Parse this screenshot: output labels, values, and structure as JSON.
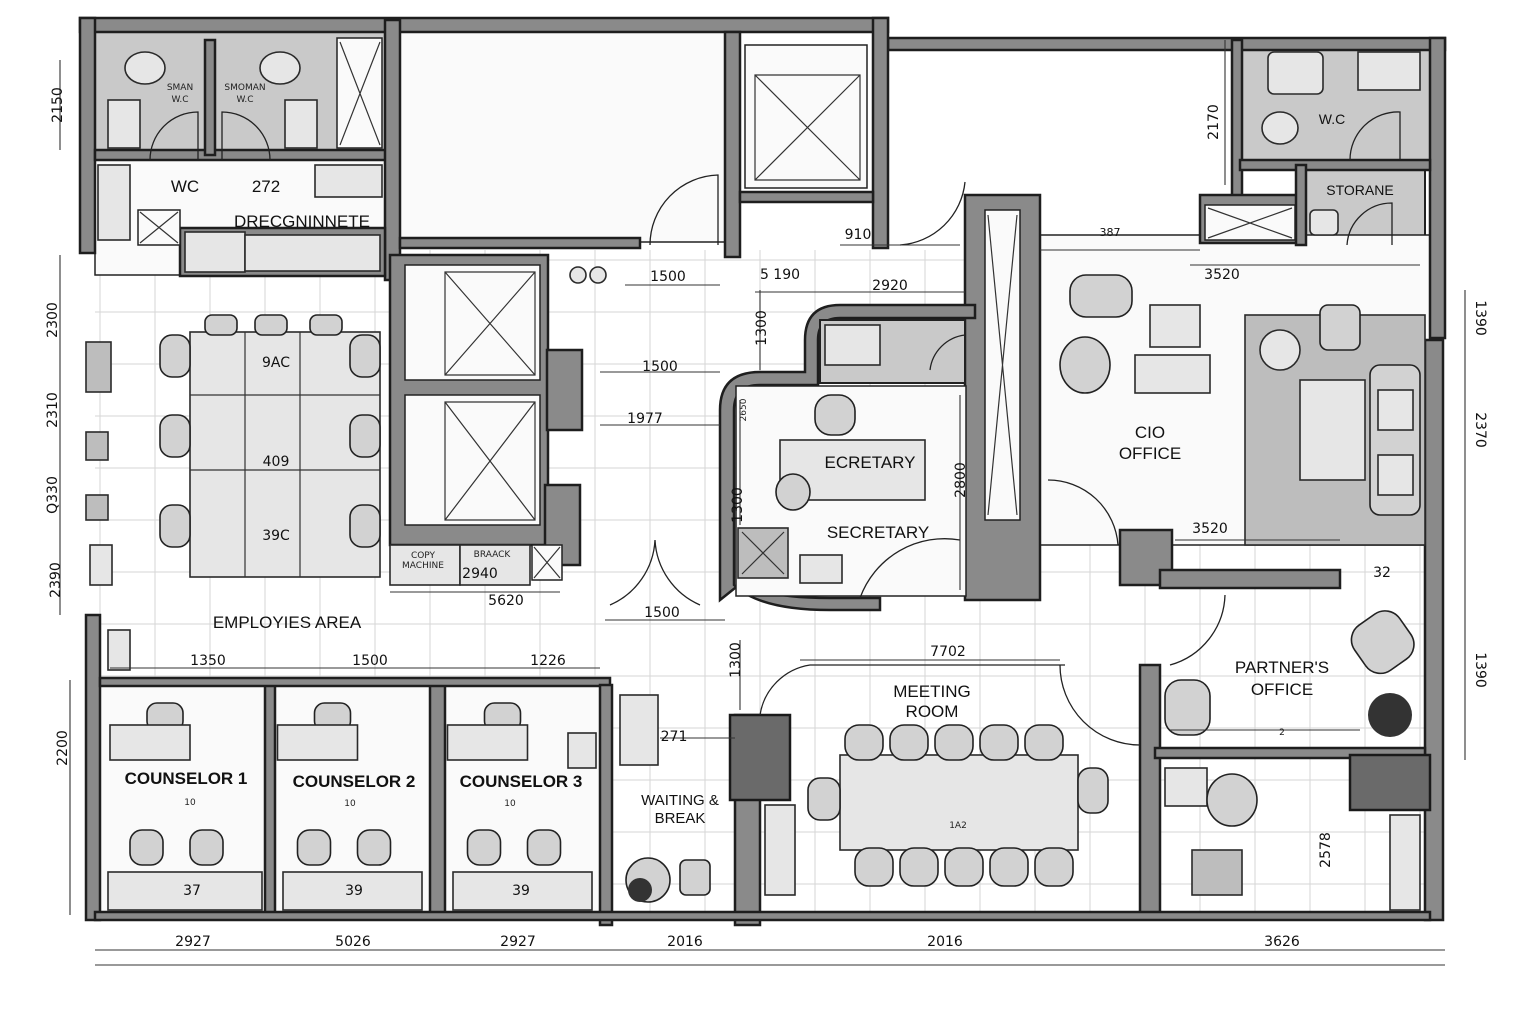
{
  "rooms": {
    "wc_top_left": "WC",
    "kitchenette": "DRECGNINNETE",
    "kitchenette_number": "272",
    "wc_stall_1": [
      "SMAN",
      "W.C"
    ],
    "wc_stall_2": [
      "SMOMAN",
      "W.C"
    ],
    "employees_area": "EMPLOYIES AREA",
    "employees_table_numbers": [
      "9AC",
      "409",
      "39C"
    ],
    "copy_machine": [
      "COPY",
      "MACHINE"
    ],
    "storage_small": "BRAACK",
    "secretary_desk": "ECRETARY",
    "secretary": "SECRETARY",
    "cio_office": [
      "CIO",
      "OFFICE"
    ],
    "wc_top_right": "W.C",
    "storage": "STORANE",
    "partners_office": [
      "PARTNER'S",
      "OFFICE"
    ],
    "meeting_room": [
      "MEETING",
      "ROOM"
    ],
    "meeting_table_number": "1A2",
    "waiting_break": [
      "WAITING &",
      "BREAK"
    ],
    "counselors": [
      {
        "label": "COUNSELOR 1",
        "chair_note": "10",
        "bench_note": "37"
      },
      {
        "label": "COUNSELOR 2",
        "chair_note": "10",
        "bench_note": "39"
      },
      {
        "label": "COUNSELOR 3",
        "chair_note": "10",
        "bench_note": "39"
      }
    ]
  },
  "dimensions": {
    "top": {
      "shaft_910": "910",
      "corridor_1500_a": "1500",
      "s190": "5 190",
      "secretary_2920": "2920",
      "cio_3520_top": "3520",
      "wc_2170": "2170",
      "cio_387": "387"
    },
    "middle": {
      "corridor_1500_b": "1500",
      "corridor_1977": "1977",
      "sec_1300_a": "1300",
      "sec_2650": "2650",
      "sec_1300_b": "1300",
      "sec_2800": "2800",
      "copy_2940": "2940",
      "copy_5620": "5620",
      "door_1500": "1500",
      "cio_3520_bottom": "3520",
      "partner_32": "32",
      "partner_2": "2",
      "meeting_7702": "7702",
      "meeting_1300": "1300",
      "waiting_271": "271",
      "lower_2578": "2578"
    },
    "counselor_top": [
      "1350",
      "1500",
      "1226"
    ],
    "bottom": [
      "2927",
      "5026",
      "2927",
      "2016",
      "2016",
      "3626"
    ],
    "left": [
      "2150",
      "2300",
      "2310",
      "Q330",
      "2390",
      "2200"
    ],
    "right": [
      "1390",
      "2370",
      "1390"
    ]
  },
  "colors": {
    "wall": "#8a8a8a",
    "ink": "#111111",
    "grid": "#d6d6d6"
  }
}
